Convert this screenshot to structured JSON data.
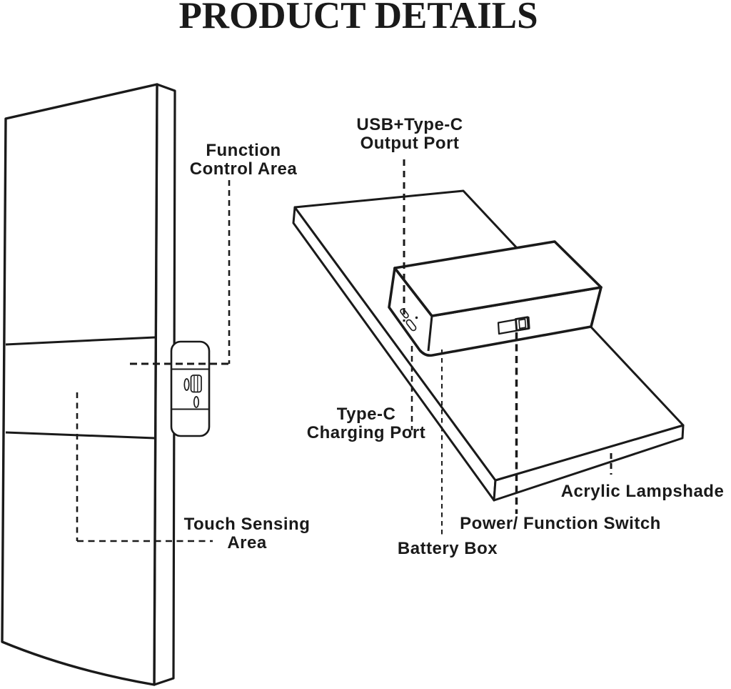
{
  "title": "PRODUCT DETAILS",
  "colors": {
    "ink": "#1a1a1a",
    "background": "#ffffff"
  },
  "callouts": {
    "function_control": [
      "Function",
      "Control Area"
    ],
    "touch_sensing": [
      "Touch Sensing",
      "Area"
    ],
    "usb_output": [
      "USB+Type-C",
      "Output Port"
    ],
    "type_c_charging": [
      "Type-C",
      "Charging Port"
    ],
    "battery_box": [
      "Battery Box"
    ],
    "power_switch": [
      "Power/ Function Switch"
    ],
    "acrylic_lampshade": [
      "Acrylic Lampshade"
    ]
  },
  "icons": {
    "type_c_port": "type-c-port-icon",
    "usb_a_port": "usb-a-port-icon",
    "oval_button": "oval-button-icon",
    "usb_output_port": "usb-output-port-icon",
    "type_c_output_port": "type-c-output-port-icon",
    "led_dot": "led-dot-icon",
    "power_switch": "slider-switch-icon"
  }
}
